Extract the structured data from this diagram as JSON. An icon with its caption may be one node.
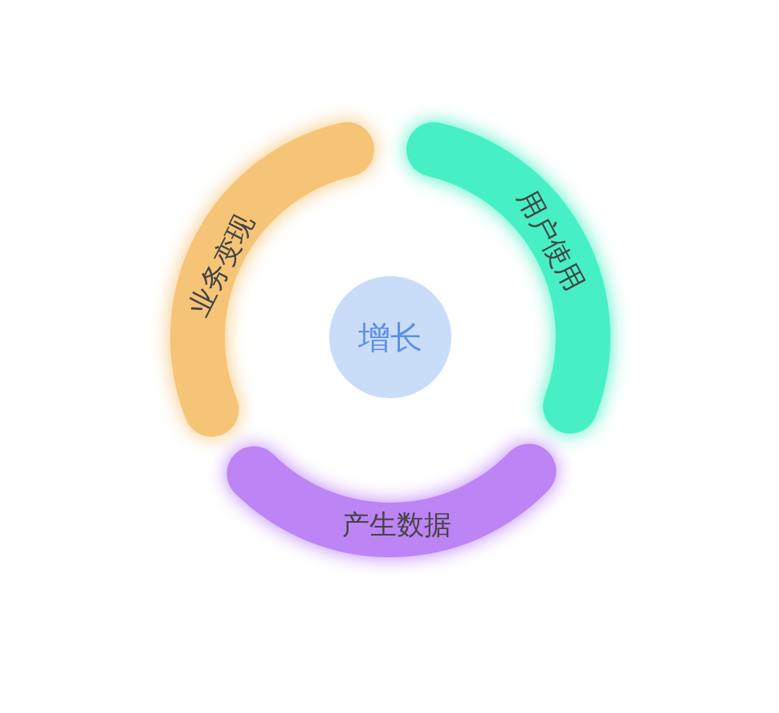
{
  "diagram": {
    "nodes": [
      {
        "text": [
          "增长"
        ]
      },
      {
        "text": [
          "用户使用"
        ]
      },
      {
        "text": [
          "产生数据"
        ]
      },
      {
        "text": [
          "业务变现"
        ]
      }
    ]
  }
}
